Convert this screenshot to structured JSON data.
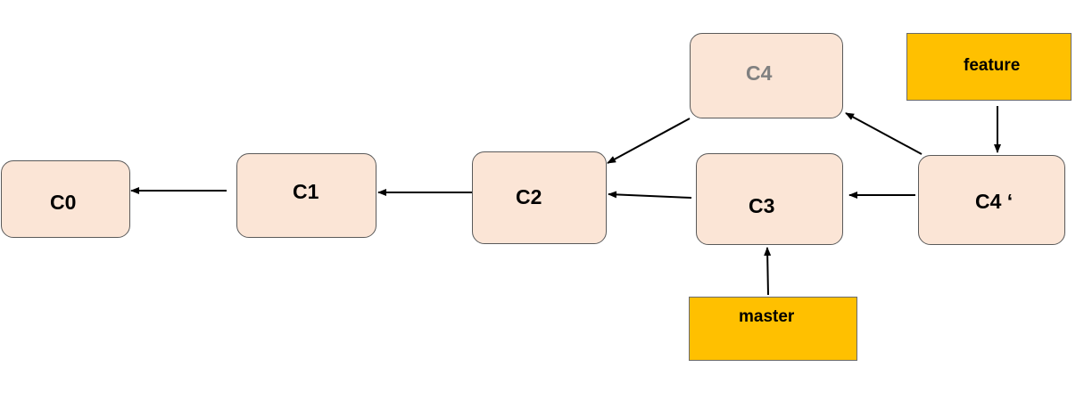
{
  "diagram": {
    "commits": {
      "c0": "C0",
      "c1": "C1",
      "c2": "C2",
      "c3": "C3",
      "c4_original": "C4",
      "c4_rebased": "C4 ‘"
    },
    "branches": {
      "feature": "feature",
      "master": "master"
    },
    "colors": {
      "commit_fill": "#fbe5d6",
      "commit_border": "#5a5a5a",
      "branch_fill": "#ffc000",
      "ghost_text": "#808080",
      "arrow": "#000000"
    }
  }
}
